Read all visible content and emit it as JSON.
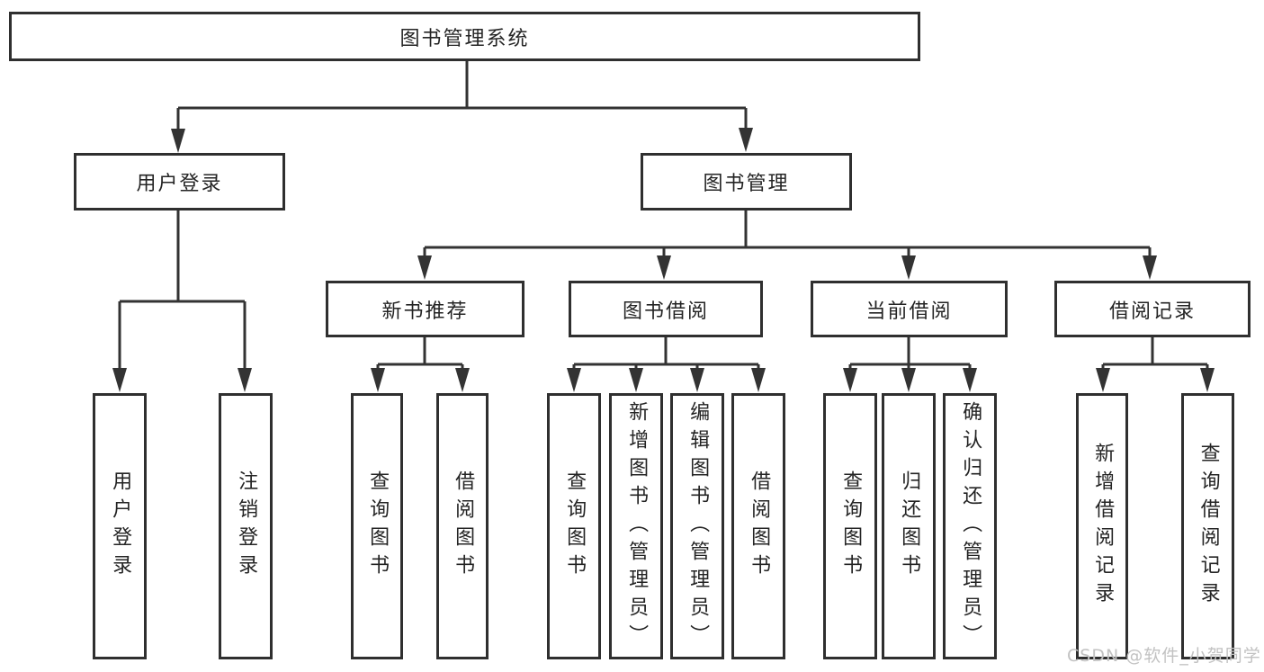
{
  "diagram_type": "hierarchy-tree",
  "tree": {
    "root": "图书管理系统",
    "children": [
      {
        "label": "用户登录",
        "children": [
          {
            "label": "用户登录"
          },
          {
            "label": "注销登录"
          }
        ]
      },
      {
        "label": "图书管理",
        "children": [
          {
            "label": "新书推荐",
            "children": [
              {
                "label": "查询图书"
              },
              {
                "label": "借阅图书"
              }
            ]
          },
          {
            "label": "图书借阅",
            "children": [
              {
                "label": "查询图书"
              },
              {
                "label": "新增图书（管理员）"
              },
              {
                "label": "编辑图书（管理员）"
              },
              {
                "label": "借阅图书"
              }
            ]
          },
          {
            "label": "当前借阅",
            "children": [
              {
                "label": "查询图书"
              },
              {
                "label": "归还图书"
              },
              {
                "label": "确认归还（管理员）"
              }
            ]
          },
          {
            "label": "借阅记录",
            "children": [
              {
                "label": "新增借阅记录"
              },
              {
                "label": "查询借阅记录"
              }
            ]
          }
        ]
      }
    ]
  },
  "watermark": "CSDN @软件_小贺同学",
  "colors": {
    "line": "#333333",
    "box_border": "#2f2f2f",
    "text": "#242424",
    "watermark": "#c2c2c2",
    "background": "#ffffff"
  }
}
